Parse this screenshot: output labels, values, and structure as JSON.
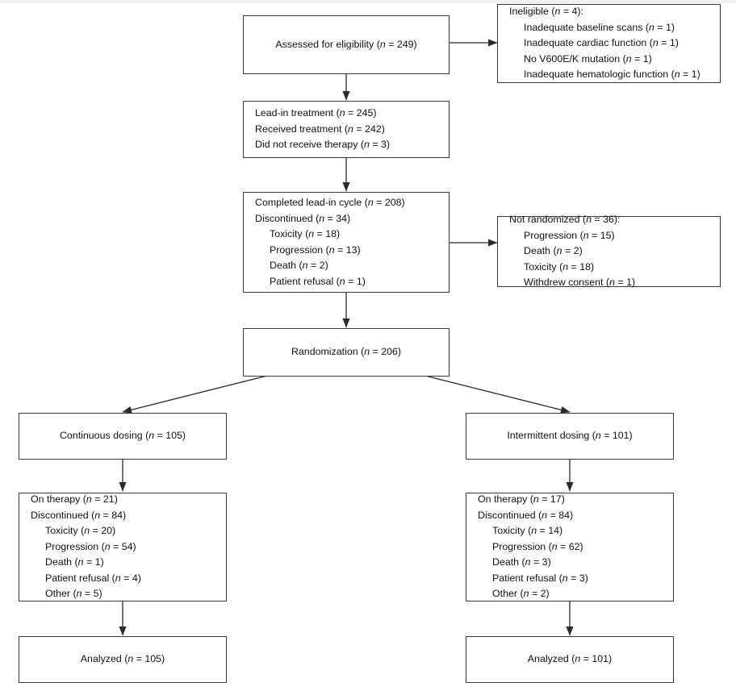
{
  "figure": {
    "type": "consort-flow-diagram",
    "title": "CONSORT participant flow diagram",
    "line_color": "#3a3a3a",
    "background": "#ffffff"
  },
  "nodes": {
    "assessed": {
      "id": "assessed-for-eligibility",
      "lines": [
        {
          "label": "Assessed for eligibility",
          "n": "249",
          "text": "Assessed for eligibility (n = 249)",
          "indent": 0
        }
      ]
    },
    "ineligible": {
      "id": "ineligible",
      "lines": [
        {
          "label": "Ineligible",
          "n": "4",
          "text": "Ineligible (n = 4):",
          "indent": 0
        },
        {
          "label": "Inadequate baseline scans",
          "n": "1",
          "text": "Inadequate baseline scans (n = 1)",
          "indent": 1
        },
        {
          "label": "Inadequate cardiac function",
          "n": "1",
          "text": "Inadequate cardiac function (n = 1)",
          "indent": 1
        },
        {
          "label": "No V600E/K mutation",
          "n": "1",
          "text": "No V600E/K mutation (n = 1)",
          "indent": 1
        },
        {
          "label": "Inadequate hematologic function",
          "n": "1",
          "text": "Inadequate hematologic function (n = 1)",
          "indent": 1
        }
      ]
    },
    "leadin": {
      "id": "lead-in-treatment",
      "lines": [
        {
          "label": "Lead-in treatment",
          "n": "245",
          "text": "Lead-in treatment (n = 245)",
          "indent": 0
        },
        {
          "label": "Received treatment",
          "n": "242",
          "text": "Received treatment (n = 242)",
          "indent": 0
        },
        {
          "label": "Did not receive therapy",
          "n": "3",
          "text": "Did not receive therapy (n = 3)",
          "indent": 0
        }
      ]
    },
    "completed": {
      "id": "completed-lead-in-cycle",
      "lines": [
        {
          "label": "Completed lead-in cycle",
          "n": "208",
          "text": "Completed lead-in cycle (n = 208)",
          "indent": 0
        },
        {
          "label": "Discontinued",
          "n": "34",
          "text": "Discontinued (n = 34)",
          "indent": 0
        },
        {
          "label": "Toxicity",
          "n": "18",
          "text": "Toxicity (n = 18)",
          "indent": 1
        },
        {
          "label": "Progression",
          "n": "13",
          "text": "Progression (n = 13)",
          "indent": 1
        },
        {
          "label": "Death",
          "n": "2",
          "text": "Death (n = 2)",
          "indent": 1
        },
        {
          "label": "Patient refusal",
          "n": "1",
          "text": "Patient refusal (n = 1)",
          "indent": 1
        }
      ]
    },
    "not_randomized": {
      "id": "not-randomized",
      "lines": [
        {
          "label": "Not randomized",
          "n": "36",
          "text": "Not randomized (n = 36):",
          "indent": 0
        },
        {
          "label": "Progression",
          "n": "15",
          "text": "Progression (n = 15)",
          "indent": 1
        },
        {
          "label": "Death",
          "n": "2",
          "text": "Death (n = 2)",
          "indent": 1
        },
        {
          "label": "Toxicity",
          "n": "18",
          "text": "Toxicity (n = 18)",
          "indent": 1
        },
        {
          "label": "Withdrew consent",
          "n": "1",
          "text": "Withdrew consent (n = 1)",
          "indent": 1
        }
      ]
    },
    "randomization": {
      "id": "randomization",
      "lines": [
        {
          "label": "Randomization",
          "n": "206",
          "text": "Randomization (n = 206)",
          "indent": 0
        }
      ]
    },
    "continuous": {
      "id": "continuous-dosing",
      "lines": [
        {
          "label": "Continuous dosing",
          "n": "105",
          "text": "Continuous dosing (n = 105)",
          "indent": 0
        }
      ]
    },
    "intermittent": {
      "id": "intermittent-dosing",
      "lines": [
        {
          "label": "Intermittent dosing",
          "n": "101",
          "text": "Intermittent dosing (n = 101)",
          "indent": 0
        }
      ]
    },
    "continuous_status": {
      "id": "continuous-dosing-status",
      "lines": [
        {
          "label": "On therapy",
          "n": "21",
          "text": "On therapy (n = 21)",
          "indent": 0
        },
        {
          "label": "Discontinued",
          "n": "84",
          "text": "Discontinued (n = 84)",
          "indent": 0
        },
        {
          "label": "Toxicity",
          "n": "20",
          "text": "Toxicity (n = 20)",
          "indent": 1
        },
        {
          "label": "Progression",
          "n": "54",
          "text": "Progression (n = 54)",
          "indent": 1
        },
        {
          "label": "Death",
          "n": "1",
          "text": "Death (n = 1)",
          "indent": 1
        },
        {
          "label": "Patient refusal",
          "n": "4",
          "text": "Patient refusal (n = 4)",
          "indent": 1
        },
        {
          "label": "Other",
          "n": "5",
          "text": "Other (n = 5)",
          "indent": 1
        }
      ]
    },
    "intermittent_status": {
      "id": "intermittent-dosing-status",
      "lines": [
        {
          "label": "On therapy",
          "n": "17",
          "text": "On therapy (n = 17)",
          "indent": 0
        },
        {
          "label": "Discontinued",
          "n": "84",
          "text": "Discontinued (n = 84)",
          "indent": 0
        },
        {
          "label": "Toxicity",
          "n": "14",
          "text": "Toxicity (n = 14)",
          "indent": 1
        },
        {
          "label": "Progression",
          "n": "62",
          "text": "Progression (n = 62)",
          "indent": 1
        },
        {
          "label": "Death",
          "n": "3",
          "text": "Death (n = 3)",
          "indent": 1
        },
        {
          "label": "Patient refusal",
          "n": "3",
          "text": "Patient refusal (n = 3)",
          "indent": 1
        },
        {
          "label": "Other",
          "n": "2",
          "text": "Other (n = 2)",
          "indent": 1
        }
      ]
    },
    "analyzed_left": {
      "id": "analyzed-continuous",
      "lines": [
        {
          "label": "Analyzed",
          "n": "105",
          "text": "Analyzed (n = 105)",
          "indent": 0
        }
      ]
    },
    "analyzed_right": {
      "id": "analyzed-intermittent",
      "lines": [
        {
          "label": "Analyzed",
          "n": "101",
          "text": "Analyzed (n = 101)",
          "indent": 0
        }
      ]
    }
  },
  "edges": [
    {
      "from": "assessed",
      "to": "leadin",
      "kind": "vertical-arrow"
    },
    {
      "from": "assessed",
      "to": "ineligible",
      "kind": "horizontal-arrow"
    },
    {
      "from": "leadin",
      "to": "completed",
      "kind": "vertical-arrow"
    },
    {
      "from": "completed",
      "to": "not_randomized",
      "kind": "horizontal-arrow"
    },
    {
      "from": "completed",
      "to": "randomization",
      "kind": "vertical-arrow"
    },
    {
      "from": "randomization",
      "to": "continuous",
      "kind": "diagonal-arrow"
    },
    {
      "from": "randomization",
      "to": "intermittent",
      "kind": "diagonal-arrow"
    },
    {
      "from": "continuous",
      "to": "continuous_status",
      "kind": "vertical-arrow"
    },
    {
      "from": "intermittent",
      "to": "intermittent_status",
      "kind": "vertical-arrow"
    },
    {
      "from": "continuous_status",
      "to": "analyzed_left",
      "kind": "vertical-arrow"
    },
    {
      "from": "intermittent_status",
      "to": "analyzed_right",
      "kind": "vertical-arrow"
    }
  ]
}
